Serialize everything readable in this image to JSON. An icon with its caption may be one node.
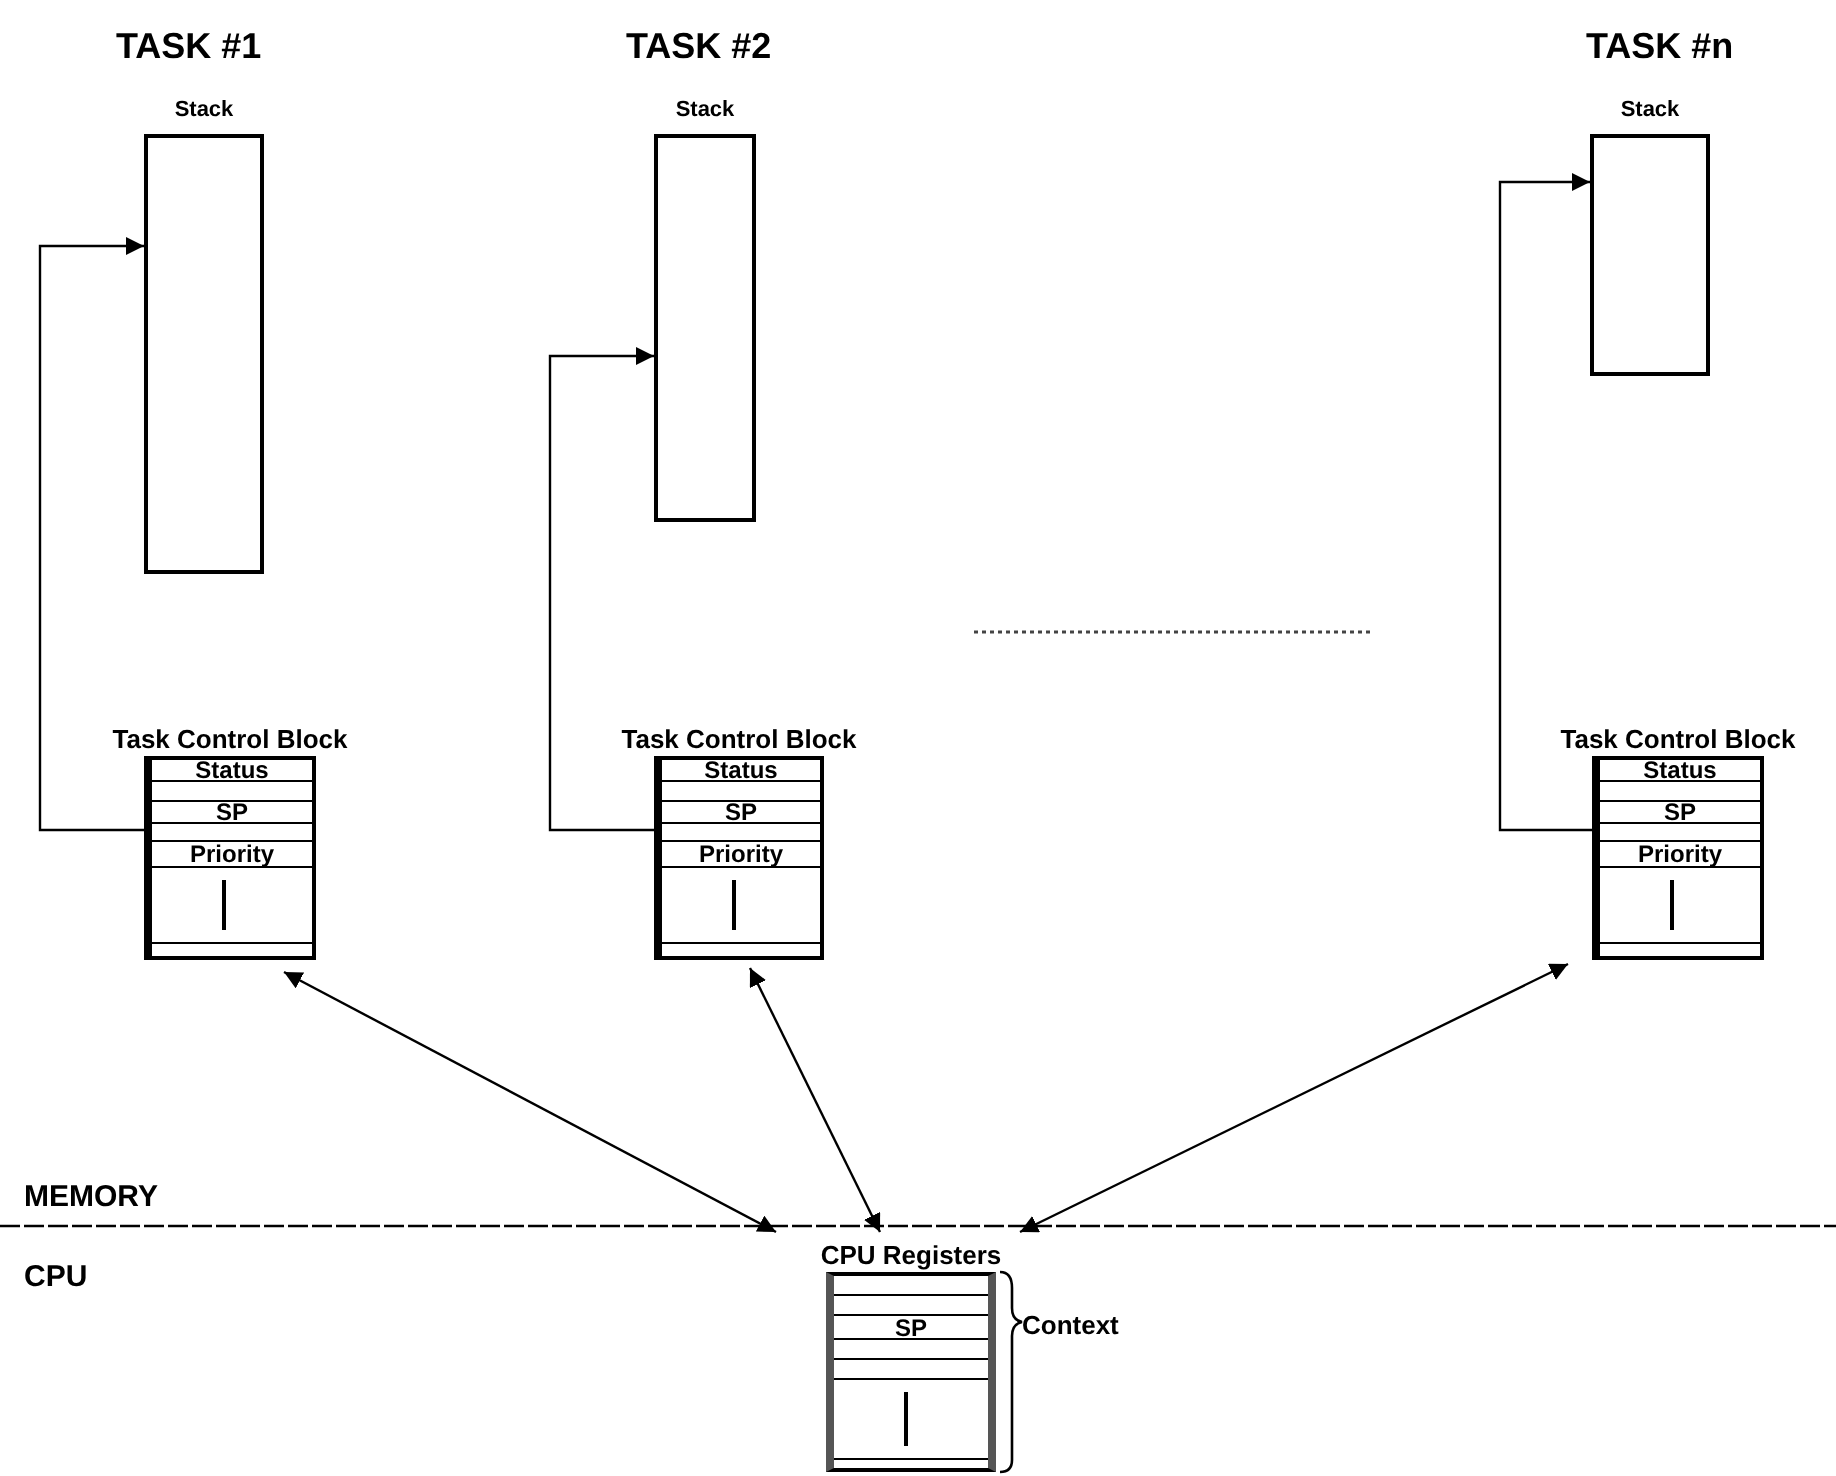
{
  "diagram": {
    "nodes": [
      {
        "text": [
          "Stack"
        ]
      },
      {
        "text": [
          "Task Control Block",
          "Status",
          "SP",
          "Priority"
        ]
      },
      {
        "text": [
          "Stack"
        ]
      },
      {
        "text": [
          "Task Control Block",
          "Status",
          "SP",
          "Priority"
        ]
      },
      {
        "text": [
          "Stack"
        ]
      },
      {
        "text": [
          "Task Control Block",
          "Status",
          "SP",
          "Priority"
        ]
      },
      {
        "text": [
          "CPU Registers",
          "SP"
        ],
        "beside": [
          "Context"
        ]
      }
    ],
    "edges": [
      {
        "from": 1,
        "to": 0,
        "arrow": "to"
      },
      {
        "from": 3,
        "to": 2,
        "arrow": "to"
      },
      {
        "from": 5,
        "to": 4,
        "arrow": "to"
      },
      {
        "from": 1,
        "to": 6,
        "arrow": "both"
      },
      {
        "from": 3,
        "to": 6,
        "arrow": "both"
      },
      {
        "from": 5,
        "to": 6,
        "arrow": "both"
      }
    ],
    "labels": [
      "TASK #1",
      "TASK #2",
      "TASK #n",
      "MEMORY",
      "CPU"
    ]
  }
}
